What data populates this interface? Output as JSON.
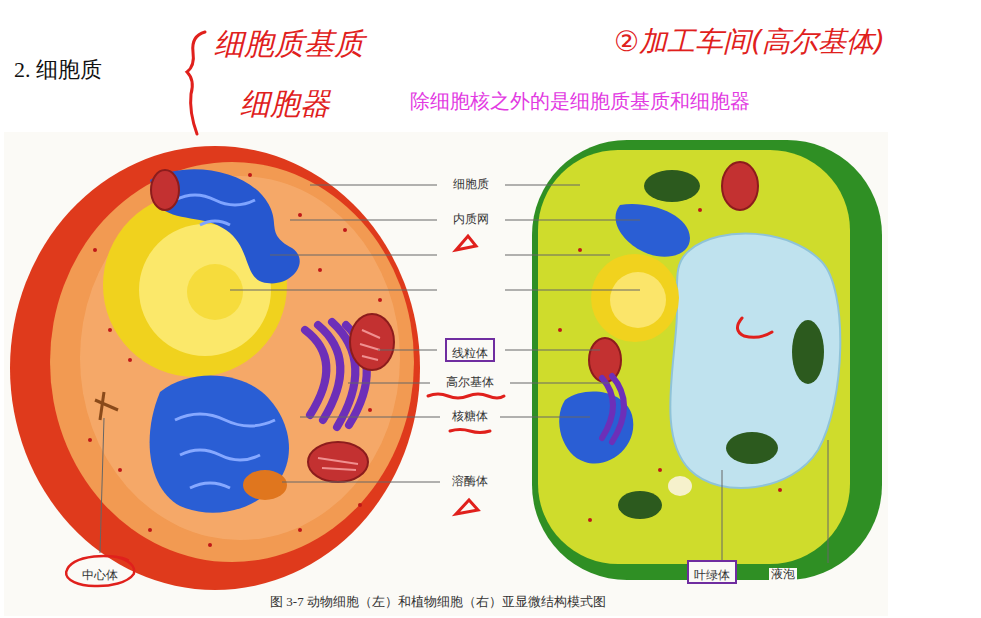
{
  "diagram": {
    "title": "2. 细胞质",
    "caption": "图 3-7 动物细胞（左）和植物细胞（右）亚显微结构模式图",
    "nodes": [
      {
        "text": [
          "线粒体"
        ]
      },
      {
        "text": [
          "叶绿体"
        ]
      },
      {
        "text": [
          "中心体"
        ]
      }
    ],
    "labels": [
      "细胞质基质",
      "细胞器",
      "②加工车间(高尔基体)",
      "除细胞核之外的是细胞质基质和细胞器",
      "细胞质",
      "内质网",
      "高尔基体",
      "核糖体",
      "溶酶体",
      "液泡"
    ]
  }
}
